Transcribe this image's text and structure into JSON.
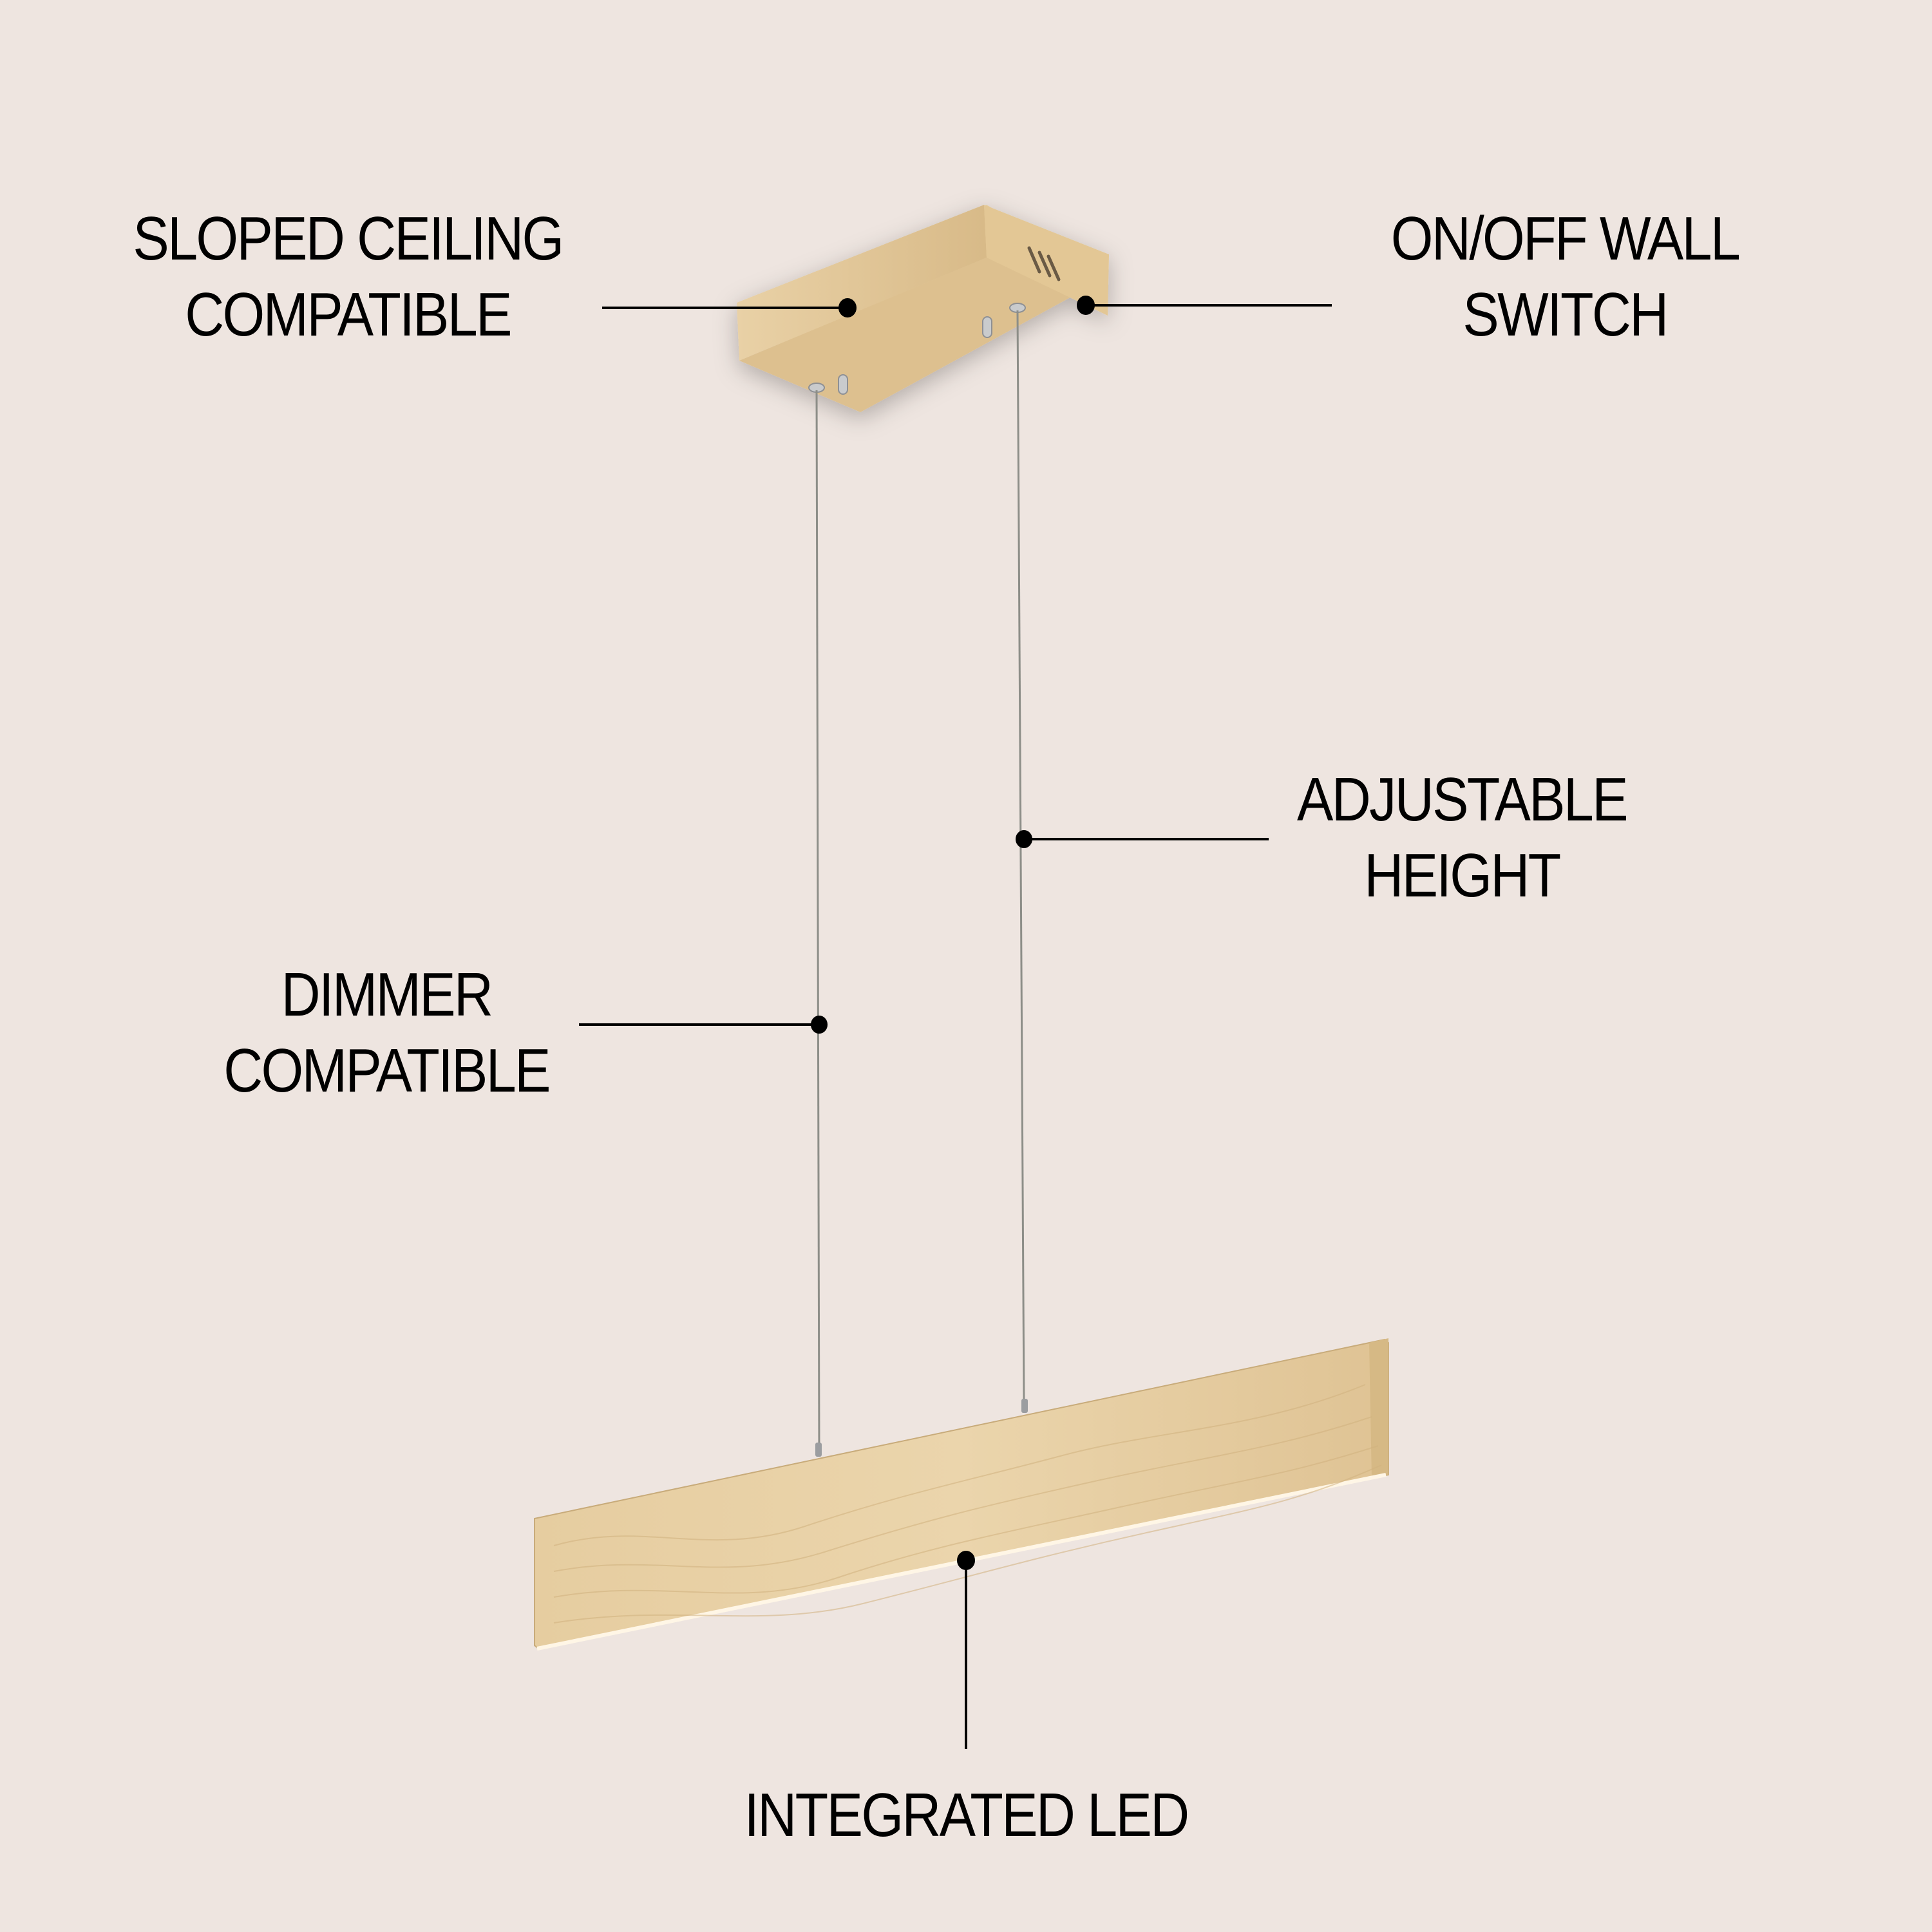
{
  "background_color": "#EEE5E0",
  "product": {
    "type": "linear LED pendant light",
    "finish": "light wood grain",
    "wood_color": "#E3C99A"
  },
  "callouts": [
    {
      "id": "sloped-ceiling",
      "lines": [
        "SLOPED CEILING",
        "COMPATIBLE"
      ]
    },
    {
      "id": "on-off-switch",
      "lines": [
        "ON/OFF WALL",
        "SWITCH"
      ]
    },
    {
      "id": "adjustable-height",
      "lines": [
        "ADJUSTABLE",
        "HEIGHT"
      ]
    },
    {
      "id": "dimmer",
      "lines": [
        "DIMMER",
        "COMPATIBLE"
      ]
    },
    {
      "id": "integrated-led",
      "lines": [
        "INTEGRATED LED"
      ]
    }
  ]
}
